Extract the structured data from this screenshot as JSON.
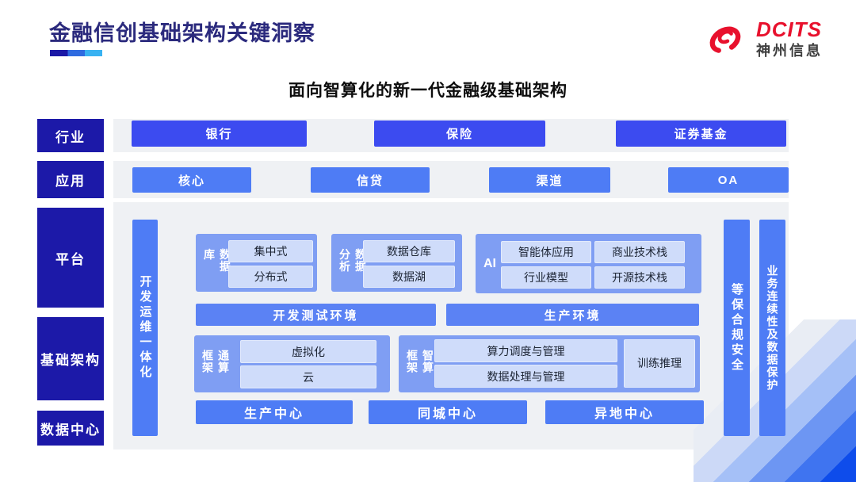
{
  "header": {
    "title": "金融信创基础架构关键洞察",
    "brand": "DCITS",
    "company": "神州信息"
  },
  "subtitle": "面向智算化的新一代金融级基础架构",
  "sidebar": {
    "items": [
      "行业",
      "应用",
      "平台",
      "基础架构",
      "数据中心"
    ]
  },
  "industries": [
    "银行",
    "保险",
    "证券基金"
  ],
  "applications": [
    "核心",
    "信贷",
    "渠道",
    "OA"
  ],
  "platform": {
    "devops_bar": "开发运维一体化",
    "security_bar": "等保合规安全",
    "continuity_bar": "业务连续性及数据保护",
    "database": {
      "label": "数据库",
      "items": [
        "集中式",
        "分布式"
      ]
    },
    "analytics": {
      "label": "数据分析",
      "items": [
        "数据仓库",
        "数据湖"
      ]
    },
    "ai": {
      "label": "AI",
      "items": [
        "智能体应用",
        "商业技术栈",
        "行业模型",
        "开源技术栈"
      ]
    },
    "environments": [
      "开发测试环境",
      "生产环境"
    ],
    "general_compute": {
      "label": "通算框架",
      "items": [
        "虚拟化",
        "云"
      ]
    },
    "intelligent_compute": {
      "label": "智算框架",
      "items": [
        "算力调度与管理",
        "数据处理与管理"
      ],
      "side": "训练推理"
    },
    "centers": [
      "生产中心",
      "同城中心",
      "异地中心"
    ]
  },
  "colors": {
    "navy": "#1c19a8",
    "title_navy": "#2b2a7d",
    "primary_button_blue": "#3c4bf0",
    "cornflower_blue": "#4e7cf5",
    "bar_blue": "#5b82f4",
    "group_blue": "#7f9ef3",
    "pale_blue": "#cfdcfa",
    "strip_gray": "#eff1f4",
    "logo_red": "#e8112d"
  }
}
